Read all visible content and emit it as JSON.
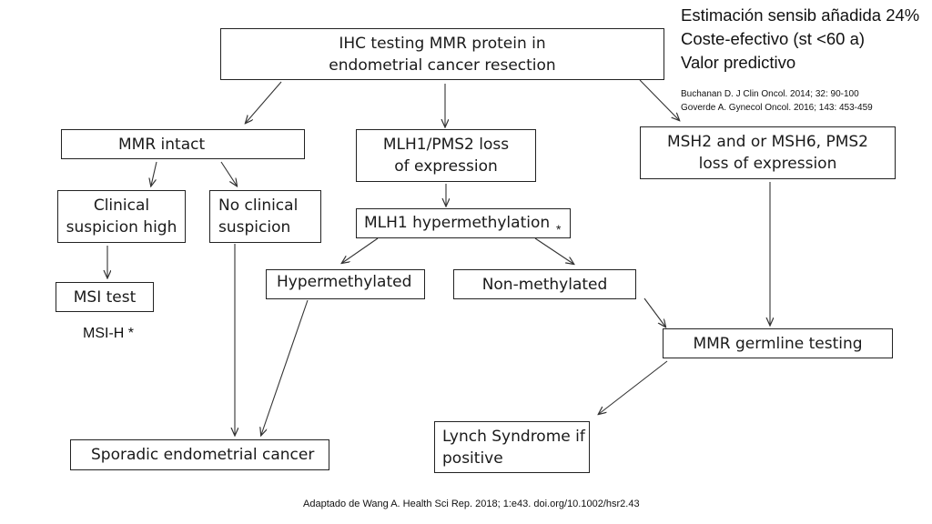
{
  "diagram": {
    "root": {
      "line1": "IHC  testing MMR protein in",
      "line2": "endometrial cancer resection"
    },
    "mmr_intact": "MMR intact",
    "mlh1_pms2": {
      "line1": "MLH1/PMS2 loss",
      "line2": "of expression"
    },
    "msh2_msh6": {
      "line1": "MSH2 and or MSH6, PMS2",
      "line2": "loss of expression"
    },
    "clinical_high": {
      "line1": "Clinical",
      "line2": "suspicion high"
    },
    "no_clinical": {
      "line1": "No clinical",
      "line2": "suspicion"
    },
    "mlh1_hypermethylation": "MLH1 hypermethylation",
    "hypermethylation_star": "*",
    "hypermethylated": "Hypermethylated",
    "non_methylated": "Non-methylated",
    "msi_test": "MSI test",
    "msi_h": "MSI-H *",
    "germline": "MMR germline testing",
    "lynch": {
      "line1": "Lynch Syndrome if",
      "line2": "positive"
    },
    "sporadic": "Sporadic endometrial cancer"
  },
  "notes": {
    "line1": "Estimación sensib añadida 24%",
    "line2": "Coste-efectivo (st <60 a)",
    "line3": "Valor predictivo",
    "ref1": "Buchanan D. J Clin Oncol. 2014; 32: 90-100",
    "ref2": "Goverde A. Gynecol Oncol. 2016; 143: 453-459"
  },
  "footer": "Adaptado de Wang A. Health Sci Rep. 2018; 1:e43. doi.org/10.1002/hsr2.43"
}
